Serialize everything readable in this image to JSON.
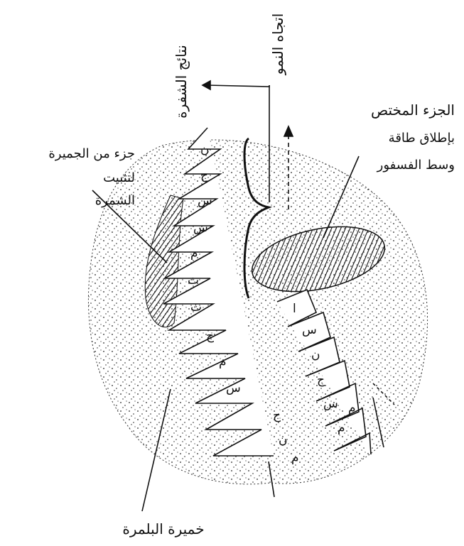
{
  "labels": {
    "title_vertical_1": "نتائج الشفرة",
    "title_vertical_2": "اتجاه النمو",
    "right_label_line1": "الجزء المختص",
    "right_label_line2": "بإطلاق طاقة",
    "right_label_line3": "وسط الفسفور",
    "left_label_line1": "جزء من الجميرة",
    "left_label_line2": "لتثبيت",
    "left_label_line3": "الشمرة",
    "bottom_label": "خميرة البلمرة"
  },
  "strand_left_letters": [
    "ن",
    "ج",
    "س",
    "س",
    "م",
    "ث",
    "ث",
    "ج",
    "م",
    "س"
  ],
  "strand_right_letters": [
    "ا",
    "س",
    "ن",
    "ج",
    "س",
    "م",
    "ج",
    "ن",
    "م",
    "م"
  ],
  "colors": {
    "ink": "#111111",
    "background": "#ffffff",
    "stipple": "#222222"
  }
}
